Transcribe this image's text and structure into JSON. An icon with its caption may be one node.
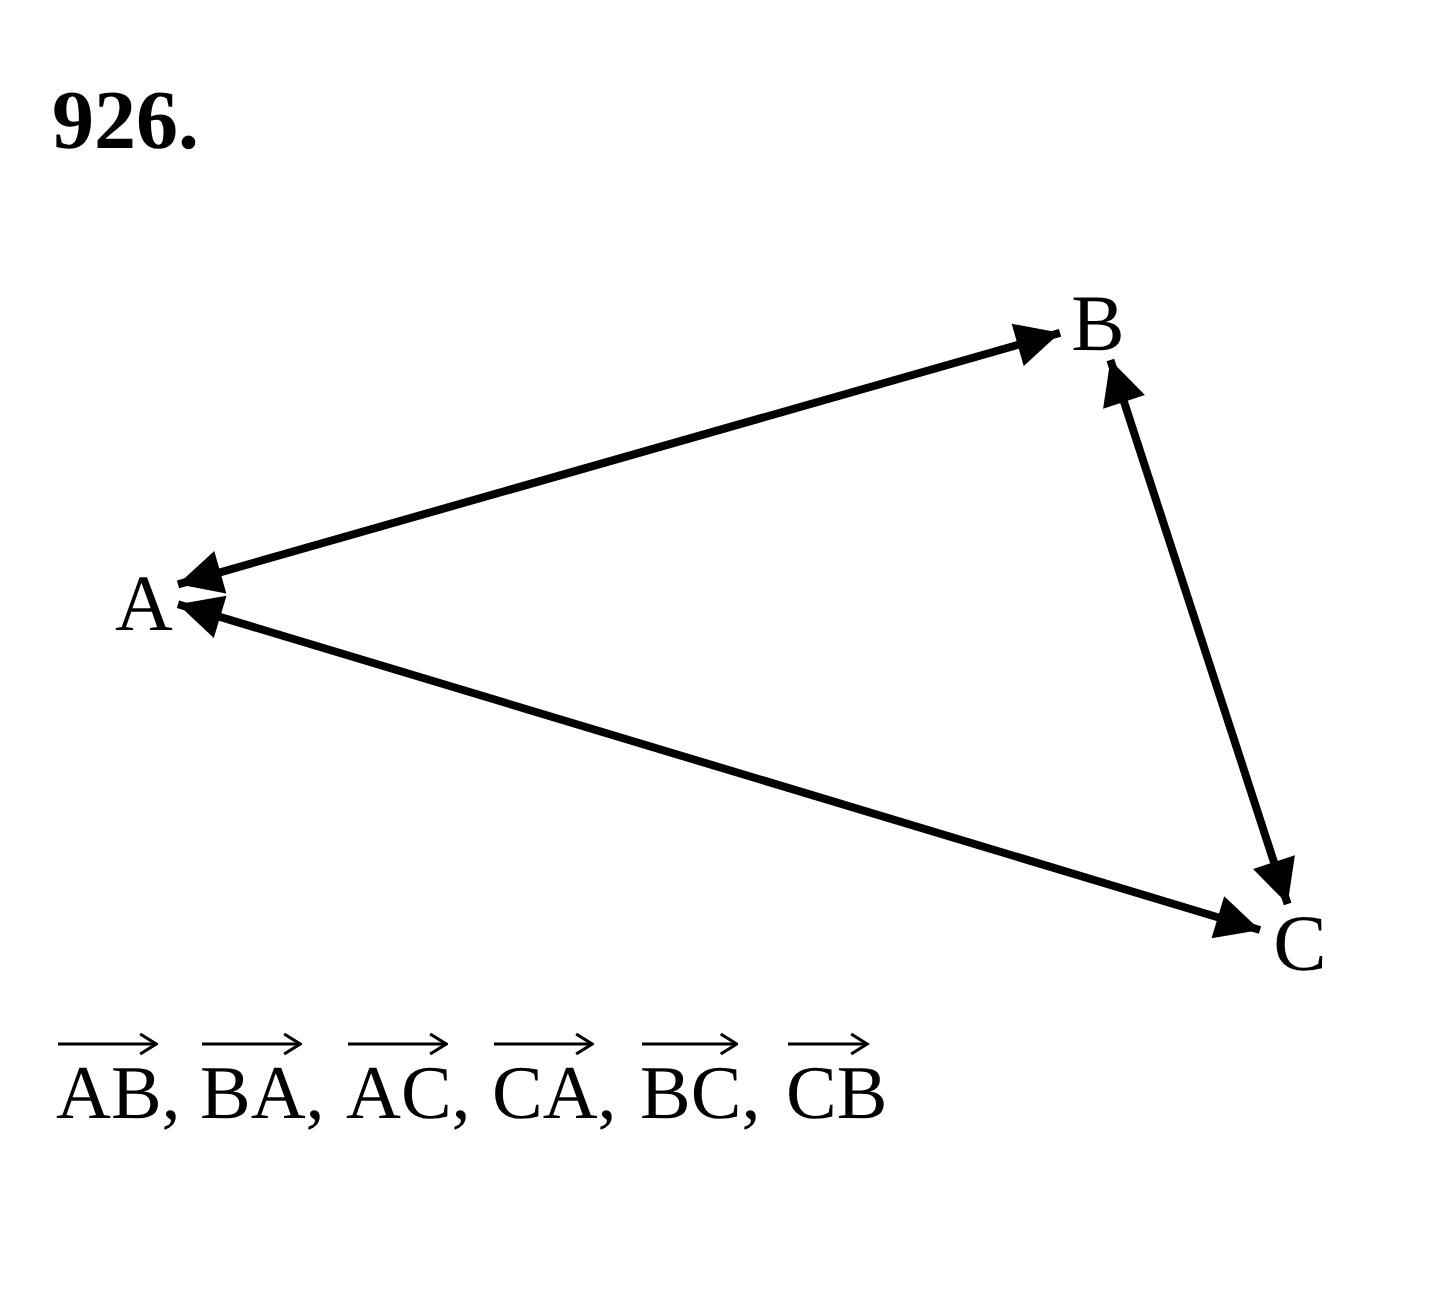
{
  "diagram": {
    "title": "926.",
    "nodes": [
      {
        "text": [
          "A"
        ]
      },
      {
        "text": [
          "B"
        ]
      },
      {
        "text": [
          "C"
        ]
      }
    ],
    "edges": [
      {
        "from": 0,
        "to": 1,
        "arrow": "both"
      },
      {
        "from": 1,
        "to": 2,
        "arrow": "both"
      },
      {
        "from": 0,
        "to": 2,
        "arrow": "both"
      }
    ],
    "labels": [
      "AB,",
      "BA,",
      "AC,",
      "CA,",
      "BC,",
      "CB"
    ]
  }
}
